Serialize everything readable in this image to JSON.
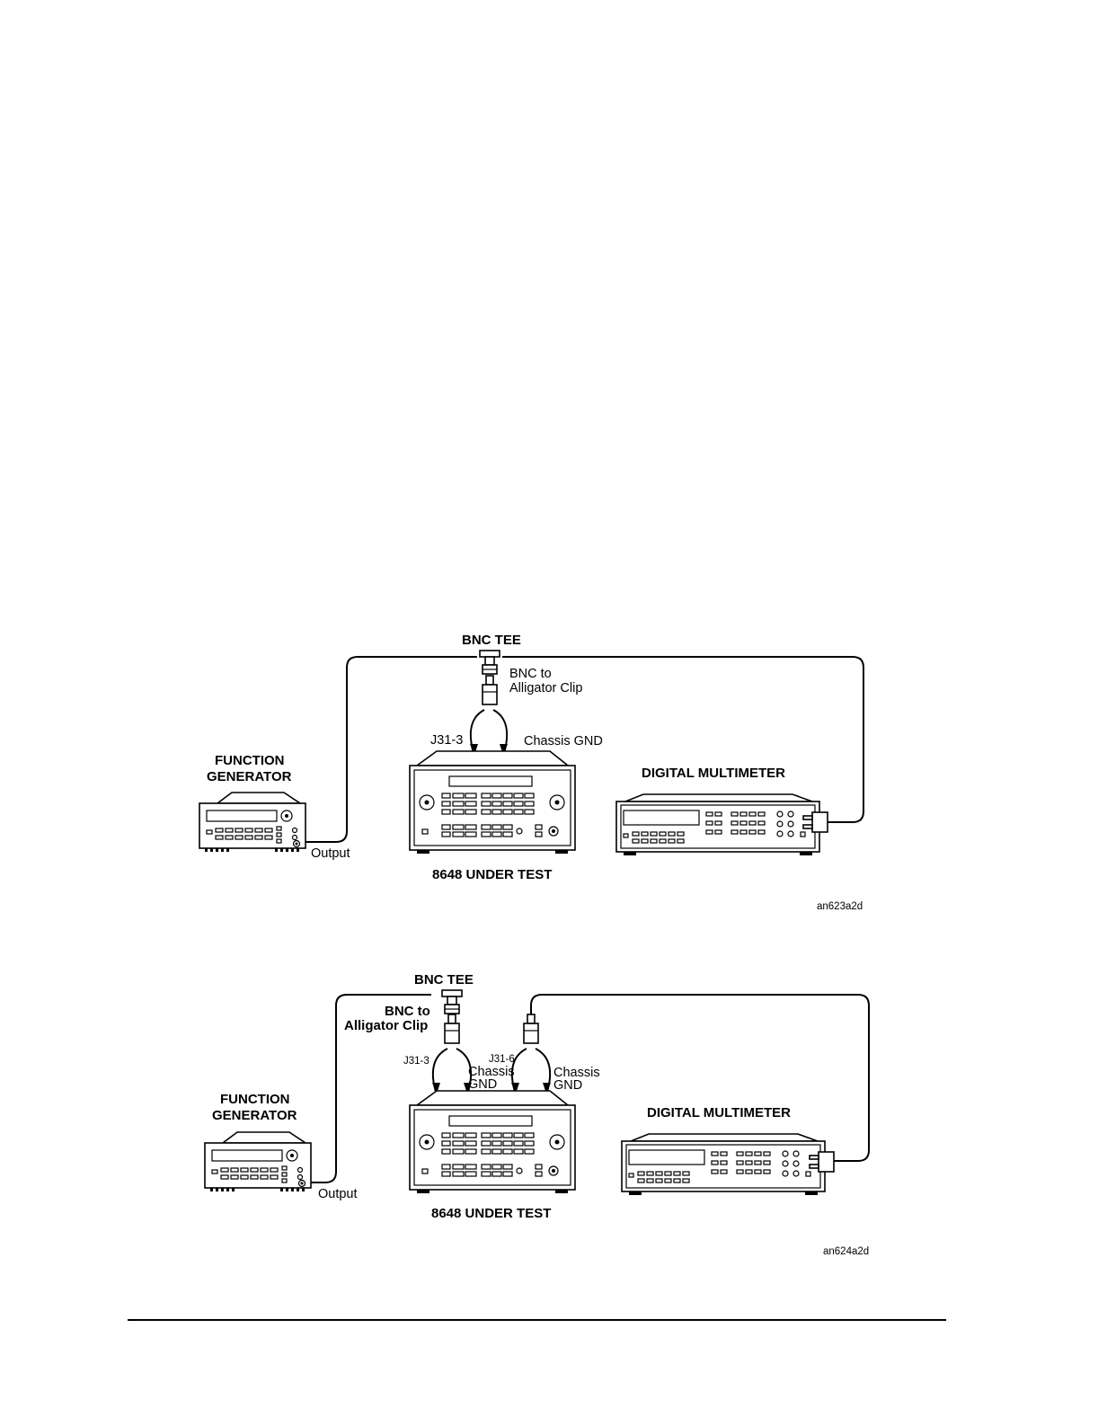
{
  "diagram_1": {
    "bnc_tee": "BNC TEE",
    "bnc_to_1": "BNC to",
    "bnc_to_2": "Alligator Clip",
    "j31_3": "J31-3",
    "chassis_gnd": "Chassis GND",
    "function_generator_1": "FUNCTION",
    "function_generator_2": "GENERATOR",
    "digital_multimeter": "DIGITAL MULTIMETER",
    "output": "Output",
    "under_test": "8648 UNDER TEST",
    "figure_id": "an623a2d"
  },
  "diagram_2": {
    "bnc_tee": "BNC TEE",
    "bnc_to_1": "BNC to",
    "bnc_to_2": "Alligator Clip",
    "j31_3": "J31-3",
    "j31_6": "J31-6",
    "chassis_1": "Chassis",
    "gnd_1": "GND",
    "chassis_2": "Chassis",
    "gnd_2": "GND",
    "function_generator_1": "FUNCTION",
    "function_generator_2": "GENERATOR",
    "digital_multimeter": "DIGITAL MULTIMETER",
    "output": "Output",
    "under_test": "8648 UNDER TEST",
    "figure_id": "an624a2d"
  }
}
